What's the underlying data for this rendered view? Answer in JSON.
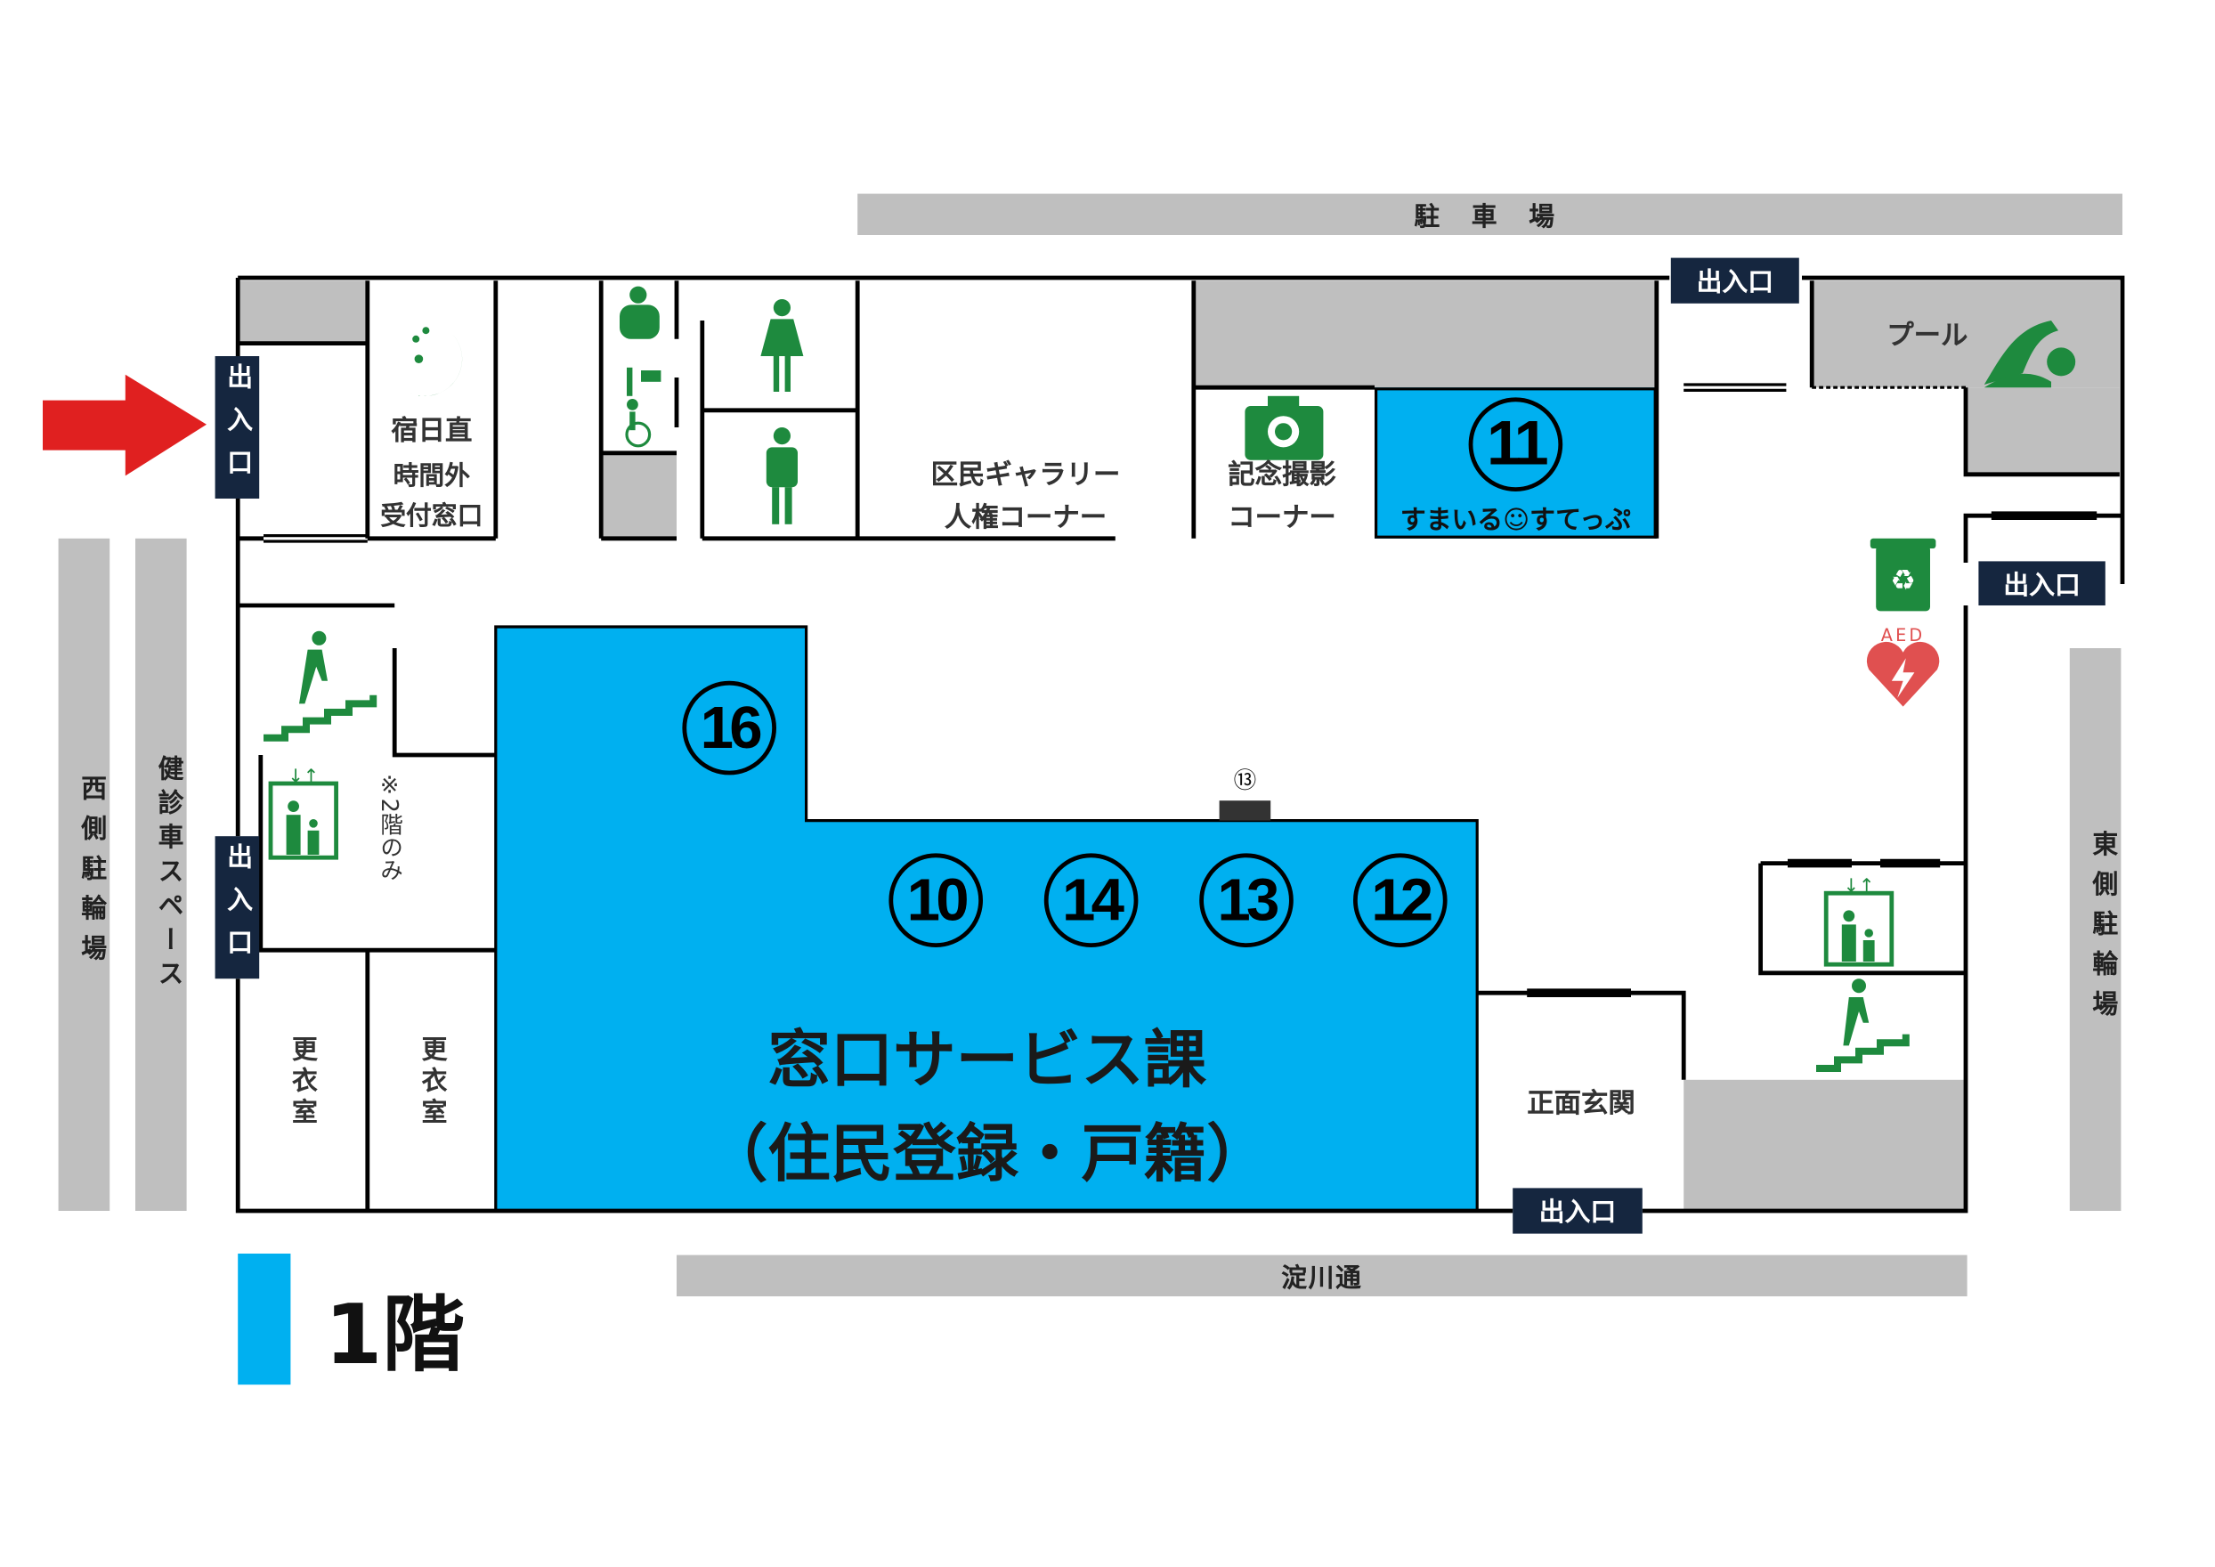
{
  "roads": {
    "top": "駐 車 場",
    "bottom": "淀川通",
    "west_bike": "西側駐輪場",
    "health_car": "健診車スペース",
    "east_bike": "東側駐輪場"
  },
  "entrances": {
    "west_upper": "出入口",
    "west_lower": "出入口",
    "north": "出入口",
    "east": "出入口",
    "south": "出入口"
  },
  "rooms": {
    "night_duty": [
      "宿日直",
      "時間外",
      "受付窓口"
    ],
    "gallery": [
      "区民ギャラリー",
      "人権コーナー"
    ],
    "photo": [
      "記念撮影",
      "コーナー"
    ],
    "pool": "プール",
    "smile_step": "すまいる☺すてっぷ",
    "locker1": "更衣室",
    "locker2": "更衣室",
    "note_2f": "※2階のみ",
    "main_entrance": "正面玄関",
    "service_div": "窓口サービス課",
    "service_sub": "（住民登録・戸籍）"
  },
  "counters": {
    "c11": "11",
    "c16": "16",
    "c10": "10",
    "c14": "14",
    "c13": "13",
    "c12": "12",
    "c13_small": "⑬"
  },
  "aed": "AED",
  "legend": {
    "label": "1階",
    "color": "#00b0f0"
  },
  "colors": {
    "blue": "#00b0f0",
    "gray": "#bfbfbf",
    "navy": "#15263f",
    "green": "#1e8a3e",
    "red": "#e02020"
  }
}
